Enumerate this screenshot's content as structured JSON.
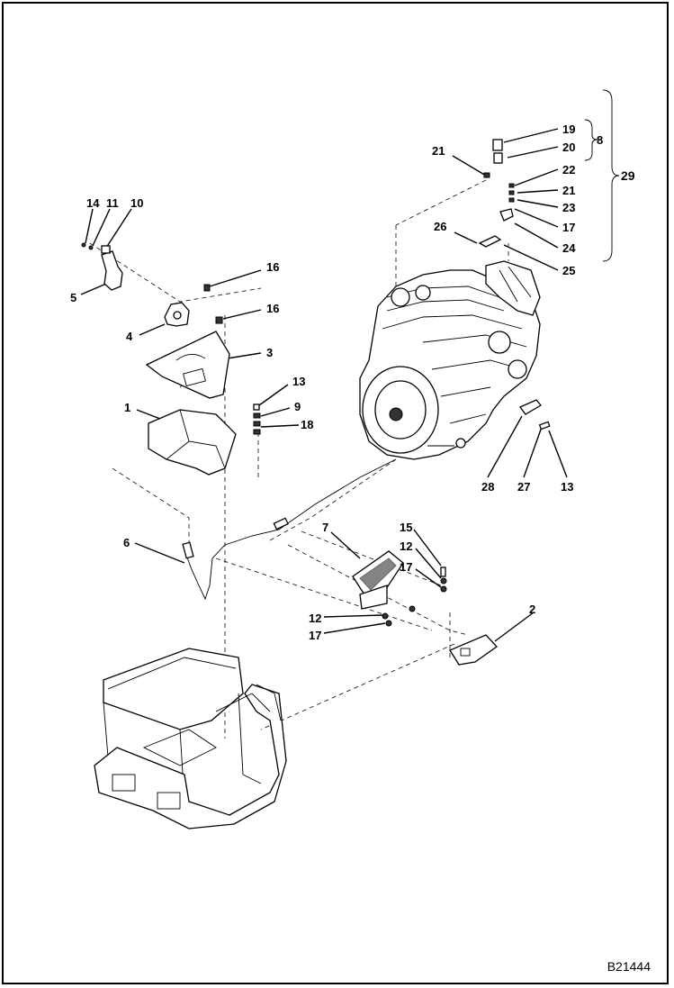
{
  "drawing_number": "B21444",
  "callouts": [
    {
      "id": "c1",
      "text": "1"
    },
    {
      "id": "c2",
      "text": "2"
    },
    {
      "id": "c3",
      "text": "3"
    },
    {
      "id": "c4",
      "text": "4"
    },
    {
      "id": "c5",
      "text": "5"
    },
    {
      "id": "c6",
      "text": "6"
    },
    {
      "id": "c7",
      "text": "7"
    },
    {
      "id": "c8",
      "text": "8"
    },
    {
      "id": "c9",
      "text": "9"
    },
    {
      "id": "c10",
      "text": "10"
    },
    {
      "id": "c11",
      "text": "11"
    },
    {
      "id": "c12a",
      "text": "12"
    },
    {
      "id": "c12b",
      "text": "12"
    },
    {
      "id": "c13a",
      "text": "13"
    },
    {
      "id": "c13b",
      "text": "13"
    },
    {
      "id": "c14",
      "text": "14"
    },
    {
      "id": "c15",
      "text": "15"
    },
    {
      "id": "c16a",
      "text": "16"
    },
    {
      "id": "c16b",
      "text": "16"
    },
    {
      "id": "c17a",
      "text": "17"
    },
    {
      "id": "c17b",
      "text": "17"
    },
    {
      "id": "c17c",
      "text": "17"
    },
    {
      "id": "c18",
      "text": "18"
    },
    {
      "id": "c19",
      "text": "19"
    },
    {
      "id": "c20",
      "text": "20"
    },
    {
      "id": "c21a",
      "text": "21"
    },
    {
      "id": "c21b",
      "text": "21"
    },
    {
      "id": "c22",
      "text": "22"
    },
    {
      "id": "c23",
      "text": "23"
    },
    {
      "id": "c24",
      "text": "24"
    },
    {
      "id": "c25",
      "text": "25"
    },
    {
      "id": "c26",
      "text": "26"
    },
    {
      "id": "c27",
      "text": "27"
    },
    {
      "id": "c28",
      "text": "28"
    },
    {
      "id": "c29",
      "text": "29"
    }
  ]
}
